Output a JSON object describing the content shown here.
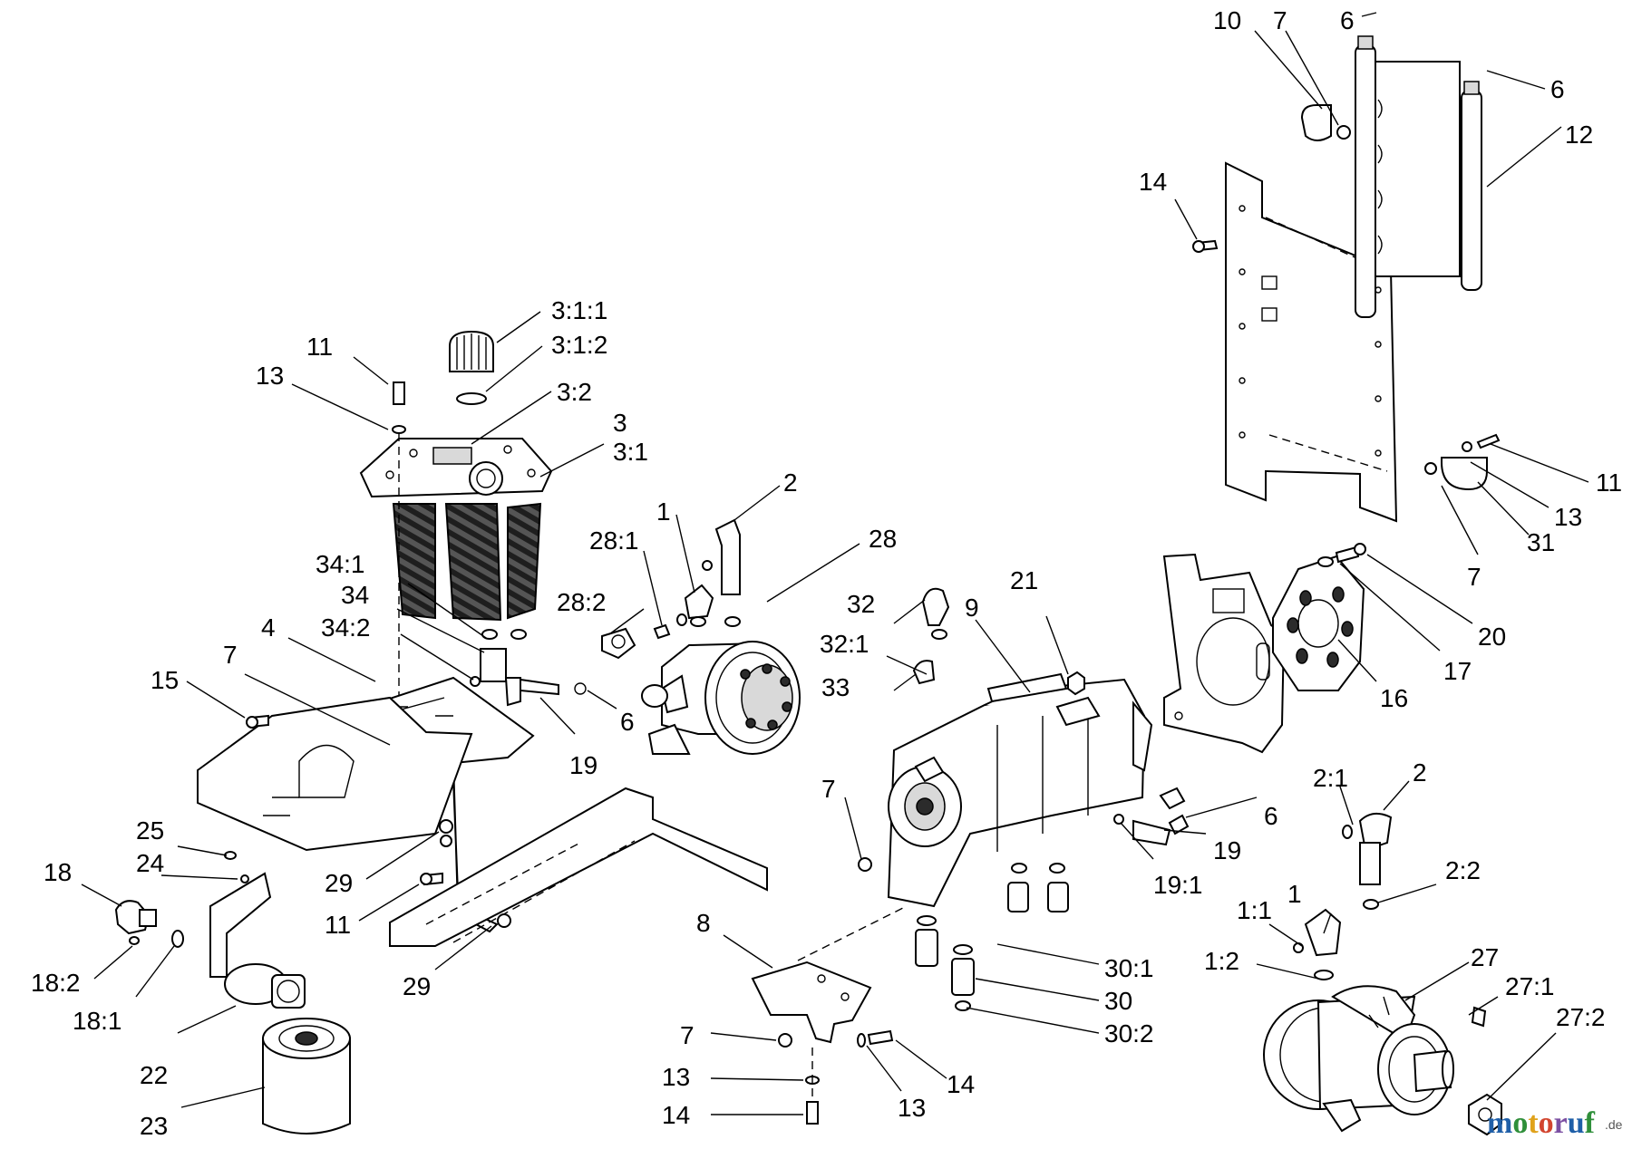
{
  "diagram": {
    "labels": [
      {
        "id": "lbl-10",
        "text": "10"
      },
      {
        "id": "lbl-7-top",
        "text": "7"
      },
      {
        "id": "lbl-6-top",
        "text": "6"
      },
      {
        "id": "lbl-6-right",
        "text": "6"
      },
      {
        "id": "lbl-12",
        "text": "12"
      },
      {
        "id": "lbl-14-top",
        "text": "14"
      },
      {
        "id": "lbl-3-1-1",
        "text": "3:1:1"
      },
      {
        "id": "lbl-3-1-2",
        "text": "3:1:2"
      },
      {
        "id": "lbl-11-left",
        "text": "11"
      },
      {
        "id": "lbl-13-left",
        "text": "13"
      },
      {
        "id": "lbl-3-2",
        "text": "3:2"
      },
      {
        "id": "lbl-3",
        "text": "3"
      },
      {
        "id": "lbl-3-1",
        "text": "3:1"
      },
      {
        "id": "lbl-11-right",
        "text": "11"
      },
      {
        "id": "lbl-13-right",
        "text": "13"
      },
      {
        "id": "lbl-31",
        "text": "31"
      },
      {
        "id": "lbl-7-right",
        "text": "7"
      },
      {
        "id": "lbl-2-top",
        "text": "2"
      },
      {
        "id": "lbl-1-top",
        "text": "1"
      },
      {
        "id": "lbl-28",
        "text": "28"
      },
      {
        "id": "lbl-28-1",
        "text": "28:1"
      },
      {
        "id": "lbl-28-2",
        "text": "28:2"
      },
      {
        "id": "lbl-34-1",
        "text": "34:1"
      },
      {
        "id": "lbl-34",
        "text": "34"
      },
      {
        "id": "lbl-34-2",
        "text": "34:2"
      },
      {
        "id": "lbl-4",
        "text": "4"
      },
      {
        "id": "lbl-7-left",
        "text": "7"
      },
      {
        "id": "lbl-15",
        "text": "15"
      },
      {
        "id": "lbl-6-mid",
        "text": "6"
      },
      {
        "id": "lbl-19-left",
        "text": "19"
      },
      {
        "id": "lbl-21",
        "text": "21"
      },
      {
        "id": "lbl-32",
        "text": "32"
      },
      {
        "id": "lbl-32-1",
        "text": "32:1"
      },
      {
        "id": "lbl-33",
        "text": "33"
      },
      {
        "id": "lbl-9",
        "text": "9"
      },
      {
        "id": "lbl-20",
        "text": "20"
      },
      {
        "id": "lbl-17",
        "text": "17"
      },
      {
        "id": "lbl-16",
        "text": "16"
      },
      {
        "id": "lbl-7-mid",
        "text": "7"
      },
      {
        "id": "lbl-6-pump",
        "text": "6"
      },
      {
        "id": "lbl-19-right",
        "text": "19"
      },
      {
        "id": "lbl-19-1",
        "text": "19:1"
      },
      {
        "id": "lbl-2-1",
        "text": "2:1"
      },
      {
        "id": "lbl-2-right",
        "text": "2"
      },
      {
        "id": "lbl-2-2",
        "text": "2:2"
      },
      {
        "id": "lbl-25",
        "text": "25"
      },
      {
        "id": "lbl-24",
        "text": "24"
      },
      {
        "id": "lbl-18",
        "text": "18"
      },
      {
        "id": "lbl-29-upper",
        "text": "29"
      },
      {
        "id": "lbl-11-mid",
        "text": "11"
      },
      {
        "id": "lbl-29-lower",
        "text": "29"
      },
      {
        "id": "lbl-8",
        "text": "8"
      },
      {
        "id": "lbl-1-1",
        "text": "1:1"
      },
      {
        "id": "lbl-1-right",
        "text": "1"
      },
      {
        "id": "lbl-1-2",
        "text": "1:2"
      },
      {
        "id": "lbl-27",
        "text": "27"
      },
      {
        "id": "lbl-27-1",
        "text": "27:1"
      },
      {
        "id": "lbl-27-2",
        "text": "27:2"
      },
      {
        "id": "lbl-30-1",
        "text": "30:1"
      },
      {
        "id": "lbl-30",
        "text": "30"
      },
      {
        "id": "lbl-30-2",
        "text": "30:2"
      },
      {
        "id": "lbl-18-2",
        "text": "18:2"
      },
      {
        "id": "lbl-18-1",
        "text": "18:1"
      },
      {
        "id": "lbl-22",
        "text": "22"
      },
      {
        "id": "lbl-23",
        "text": "23"
      },
      {
        "id": "lbl-7-bottom",
        "text": "7"
      },
      {
        "id": "lbl-13-bottom",
        "text": "13"
      },
      {
        "id": "lbl-14-bottom",
        "text": "14"
      },
      {
        "id": "lbl-13-bottom-right",
        "text": "13"
      },
      {
        "id": "lbl-14-bottom-right",
        "text": "14"
      }
    ]
  },
  "watermark": {
    "text": "motoruf",
    "suffix": ".de",
    "colors": [
      "#1f5fa8",
      "#2f8f3a",
      "#e0a21b",
      "#d2452f",
      "#7b4fa2"
    ]
  }
}
